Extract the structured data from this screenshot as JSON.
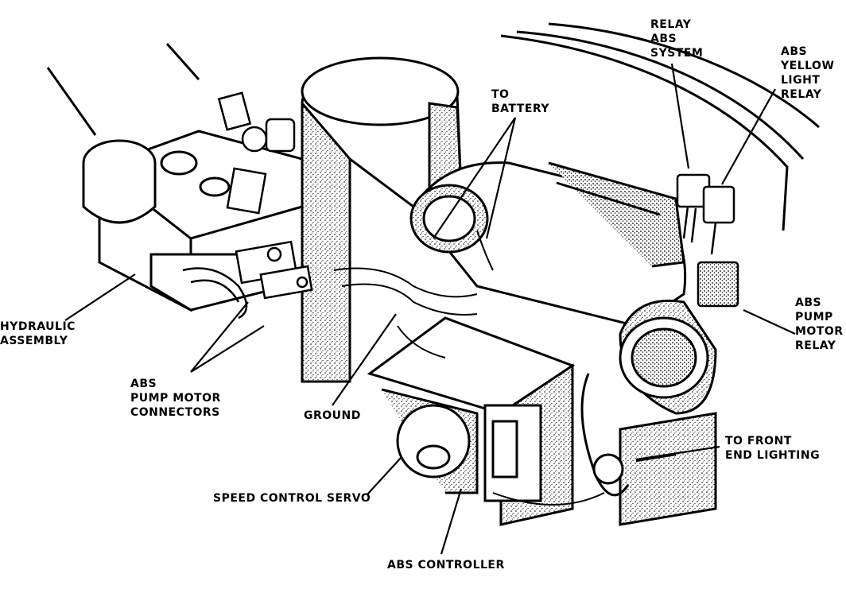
{
  "labels": {
    "relay_abs_system": [
      "RELAY",
      "ABS",
      "SYSTEM"
    ],
    "abs_yellow_light_relay": [
      "ABS",
      "YELLOW",
      "LIGHT",
      "RELAY"
    ],
    "to_battery": [
      "TO",
      "BATTERY"
    ],
    "hydraulic_assembly": [
      "HYDRAULIC",
      "ASSEMBLY"
    ],
    "abs_pump_motor_relay": [
      "ABS",
      "PUMP",
      "MOTOR",
      "RELAY"
    ],
    "abs_pump_motor_connectors": [
      "ABS",
      "PUMP MOTOR",
      "CONNECTORS"
    ],
    "ground": "GROUND",
    "to_front_end_lighting": [
      "TO FRONT",
      "END LIGHTING"
    ],
    "speed_control_servo": "SPEED CONTROL SERVO",
    "abs_controller": "ABS CONTROLLER"
  }
}
